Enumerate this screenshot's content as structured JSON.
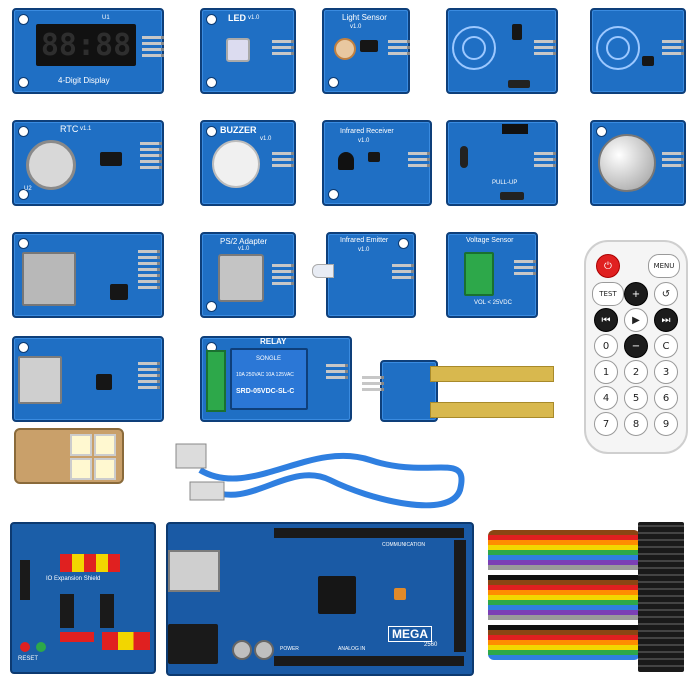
{
  "modules": {
    "digit_display": {
      "title": "4-Digit Display",
      "digits": "88:88",
      "code": "U1"
    },
    "led": {
      "title": "LED",
      "version": "v1.0"
    },
    "light_sensor": {
      "title": "Light Sensor",
      "version": "v1.0"
    },
    "rtc": {
      "title": "RTC",
      "version": "v1.1",
      "code": "U2"
    },
    "buzzer": {
      "title": "BUZZER",
      "version": "v1.0"
    },
    "ir_receiver": {
      "title": "Infrared Receiver",
      "version": "v1.0"
    },
    "ps2": {
      "title": "PS/2 Adapter",
      "version": "v1.0"
    },
    "ir_emitter": {
      "title": "Infrared Emitter",
      "version": "v1.0"
    },
    "voltage": {
      "title": "Voltage Sensor",
      "note": "VOL < 25VDC"
    },
    "relay": {
      "title": "RELAY",
      "relay_text": "SONGLE",
      "relay_model": "SRD-05VDC-SL-C",
      "rating": "10A 250VAC 10A 125VAC"
    },
    "pullup": {
      "label": "PULL-UP"
    }
  },
  "remote": {
    "buttons": [
      "⏻",
      "MENU",
      "TEST",
      "+",
      "↺",
      "⏮",
      "▶",
      "⏭",
      "0",
      "−",
      "C",
      "1",
      "2",
      "3",
      "4",
      "5",
      "6",
      "7",
      "8",
      "9"
    ]
  },
  "shield": {
    "title": "IO Expansion Shield",
    "label2": "RESET"
  },
  "mega": {
    "title": "MEGA",
    "label": "2560",
    "section1": "COMMUNICATION",
    "section2": "POWER",
    "section3": "ANALOG IN"
  },
  "colors": {
    "pcb": "#1f6fc4",
    "pcb_dark": "#0e3f7a",
    "relay": "#2b77d6",
    "terminal": "#2da84a",
    "cable": "#2f7fe0"
  },
  "ribbon_colors": [
    "#8b4513",
    "#e02020",
    "#ff8c00",
    "#f2d600",
    "#2da84a",
    "#2f7fe0",
    "#7b3fb5",
    "#9a9a9a",
    "#ffffff",
    "#111111"
  ]
}
